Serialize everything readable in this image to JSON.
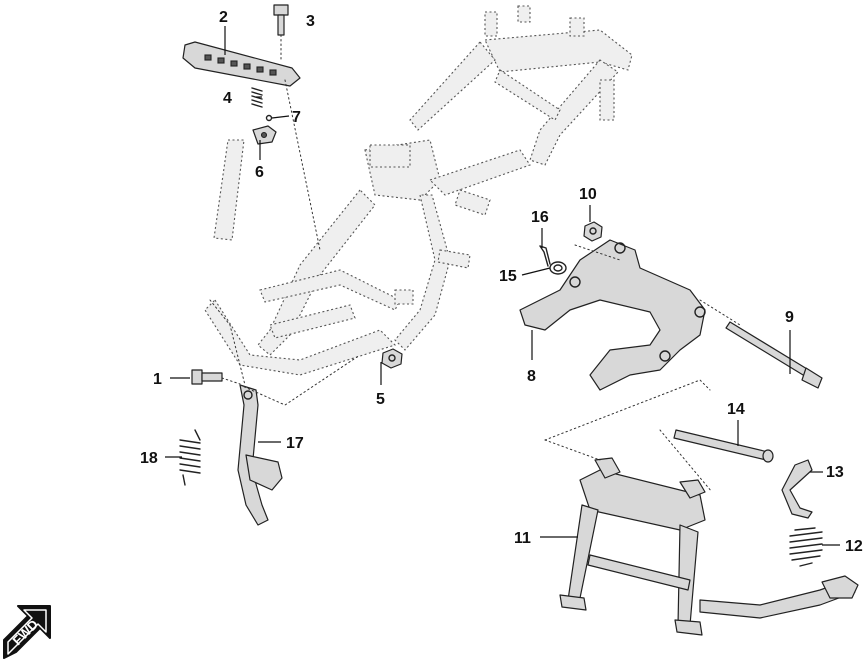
{
  "callouts": {
    "c1": "1",
    "c2": "2",
    "c3": "3",
    "c4": "4",
    "c5": "5",
    "c6": "6",
    "c7": "7",
    "c8": "8",
    "c9": "9",
    "c10": "10",
    "c11": "11",
    "c12": "12",
    "c13": "13",
    "c14": "14",
    "c15": "15",
    "c16": "16",
    "c17": "17",
    "c18": "18"
  },
  "fwd_badge": {
    "label": "FWD"
  }
}
